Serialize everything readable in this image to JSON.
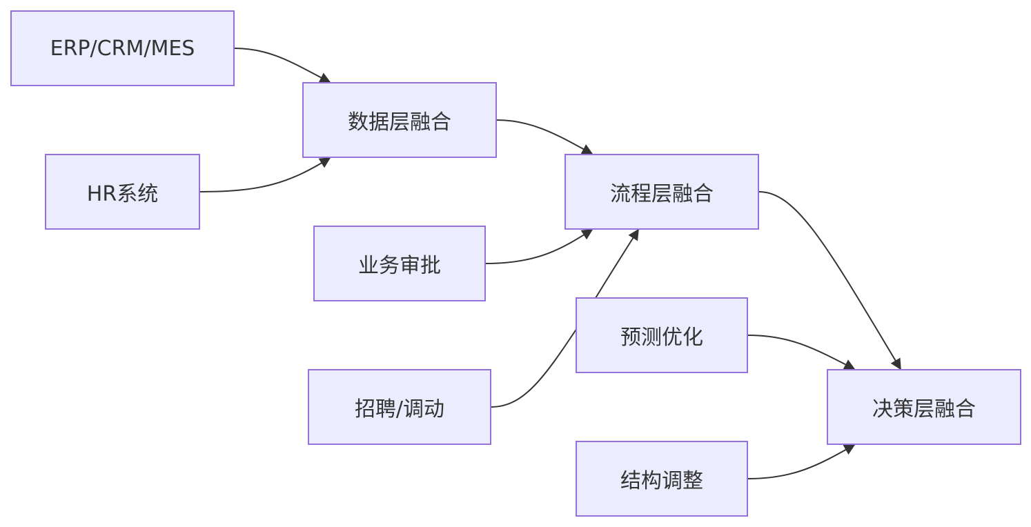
{
  "diagram": {
    "nodes": {
      "erp": "ERP/CRM/MES",
      "hr": "HR系统",
      "data_fusion": "数据层融合",
      "biz_approval": "业务审批",
      "process_fusion": "流程层融合",
      "recruit": "招聘/调动",
      "forecast": "预测优化",
      "decision_fusion": "决策层融合",
      "restructure": "结构调整"
    },
    "edges": [
      {
        "from": "erp",
        "to": "data_fusion"
      },
      {
        "from": "hr",
        "to": "data_fusion"
      },
      {
        "from": "data_fusion",
        "to": "process_fusion"
      },
      {
        "from": "biz_approval",
        "to": "process_fusion"
      },
      {
        "from": "recruit",
        "to": "process_fusion"
      },
      {
        "from": "process_fusion",
        "to": "decision_fusion"
      },
      {
        "from": "forecast",
        "to": "decision_fusion"
      },
      {
        "from": "restructure",
        "to": "decision_fusion"
      }
    ],
    "colors": {
      "node_fill": "#ECECFF",
      "node_border": "#9370DB",
      "edge": "#333333",
      "text": "#333333"
    }
  }
}
